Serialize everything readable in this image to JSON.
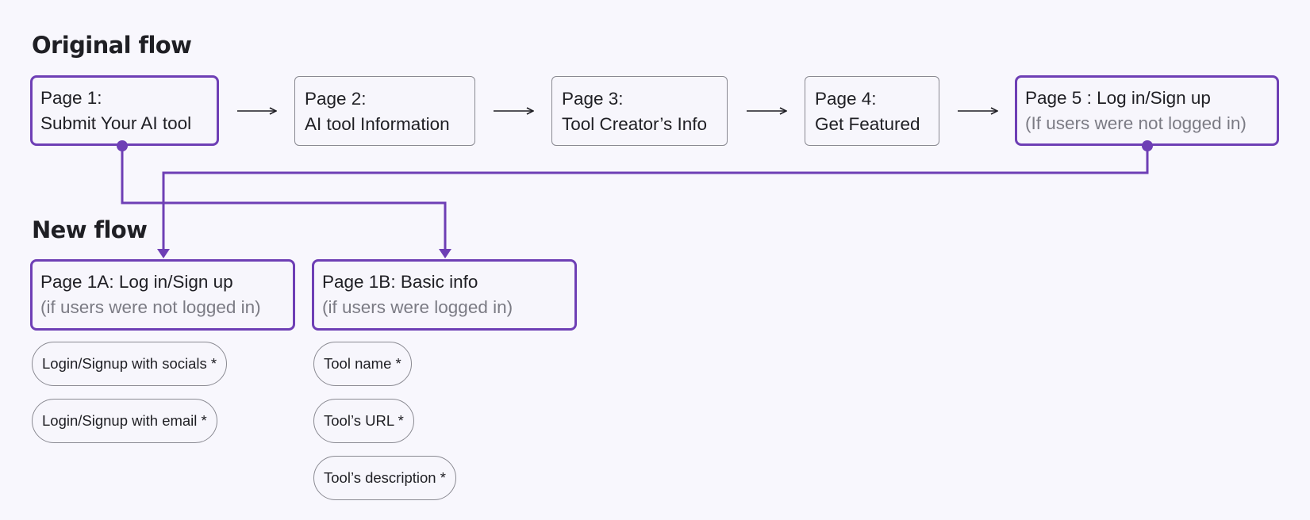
{
  "sections": {
    "original_title": "Original flow",
    "new_title": "New flow"
  },
  "original_flow": [
    {
      "line1": "Page 1:",
      "line2": "Submit Your AI tool"
    },
    {
      "line1": "Page 2:",
      "line2": "AI tool Information"
    },
    {
      "line1": "Page 3:",
      "line2": "Tool Creator’s Info"
    },
    {
      "line1": "Page 4:",
      "line2": "Get Featured"
    },
    {
      "line1": "Page 5 : Log in/Sign up",
      "line2": "(If users were not logged in)"
    }
  ],
  "new_flow": [
    {
      "title": "Page 1A: Log in/Sign up",
      "subtitle": "(if users were not logged in)",
      "items": [
        "Login/Signup with socials *",
        "Login/Signup with email *"
      ]
    },
    {
      "title": "Page 1B: Basic info",
      "subtitle": "(if users were logged in)",
      "items": [
        "Tool name *",
        "Tool’s URL *",
        "Tool’s description *"
      ]
    }
  ],
  "colors": {
    "accent": "#6e3fb5",
    "background": "#f8f7fd",
    "node_border": "#8a8a92",
    "muted_text": "#7b7b84"
  }
}
